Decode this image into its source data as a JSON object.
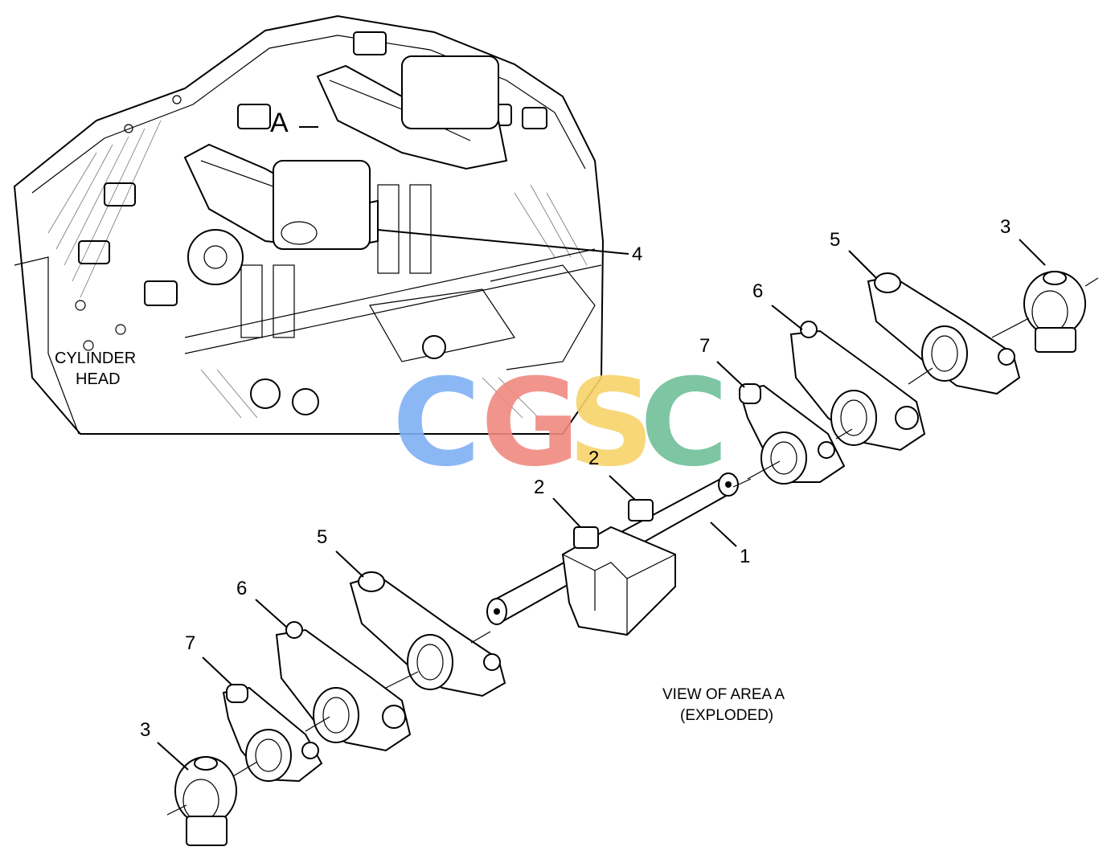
{
  "labels": {
    "area_marker": "A",
    "cylinder_head_line1": "CYLINDER",
    "cylinder_head_line2": "HEAD",
    "view_line1": "VIEW OF AREA A",
    "view_line2": "(EXPLODED)"
  },
  "callouts": {
    "c1": "1",
    "c2a": "2",
    "c2b": "2",
    "c3a": "3",
    "c3b": "3",
    "c4": "4",
    "c5a": "5",
    "c5b": "5",
    "c6a": "6",
    "c6b": "6",
    "c7a": "7",
    "c7b": "7"
  },
  "watermark": {
    "letters": [
      "C",
      "G",
      "S",
      "C"
    ],
    "colors": [
      "#7fb0f4",
      "#f08a80",
      "#f7d36a",
      "#6fbf9a"
    ]
  }
}
